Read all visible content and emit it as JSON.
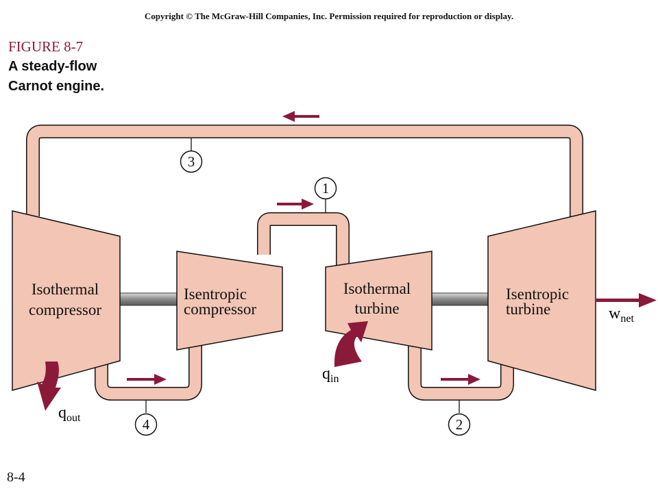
{
  "copyright": "Copyright © The McGraw-Hill Companies, Inc. Permission required for reproduction or display.",
  "figure": {
    "label": "FIGURE 8-7",
    "caption_line1": "A steady-flow",
    "caption_line2": "Carnot engine."
  },
  "components": {
    "isothermal_compressor": [
      "Isothermal",
      "compressor"
    ],
    "isentropic_compressor": [
      "Isentropic",
      "compressor"
    ],
    "isothermal_turbine": [
      "Isothermal",
      "turbine"
    ],
    "isentropic_turbine": [
      "Isentropic",
      "turbine"
    ]
  },
  "states": [
    "1",
    "2",
    "3",
    "4"
  ],
  "heat_work": {
    "q_in": {
      "symbol": "q",
      "subscript": "in"
    },
    "q_out": {
      "symbol": "q",
      "subscript": "out"
    },
    "w_net": {
      "symbol": "w",
      "subscript": "net"
    }
  },
  "slide_number": "8-4",
  "colors": {
    "component_fill": "#f2c5b4",
    "component_stroke": "#111111",
    "arrow": "#8b1a3a",
    "shaft": "#9a9a9a"
  }
}
